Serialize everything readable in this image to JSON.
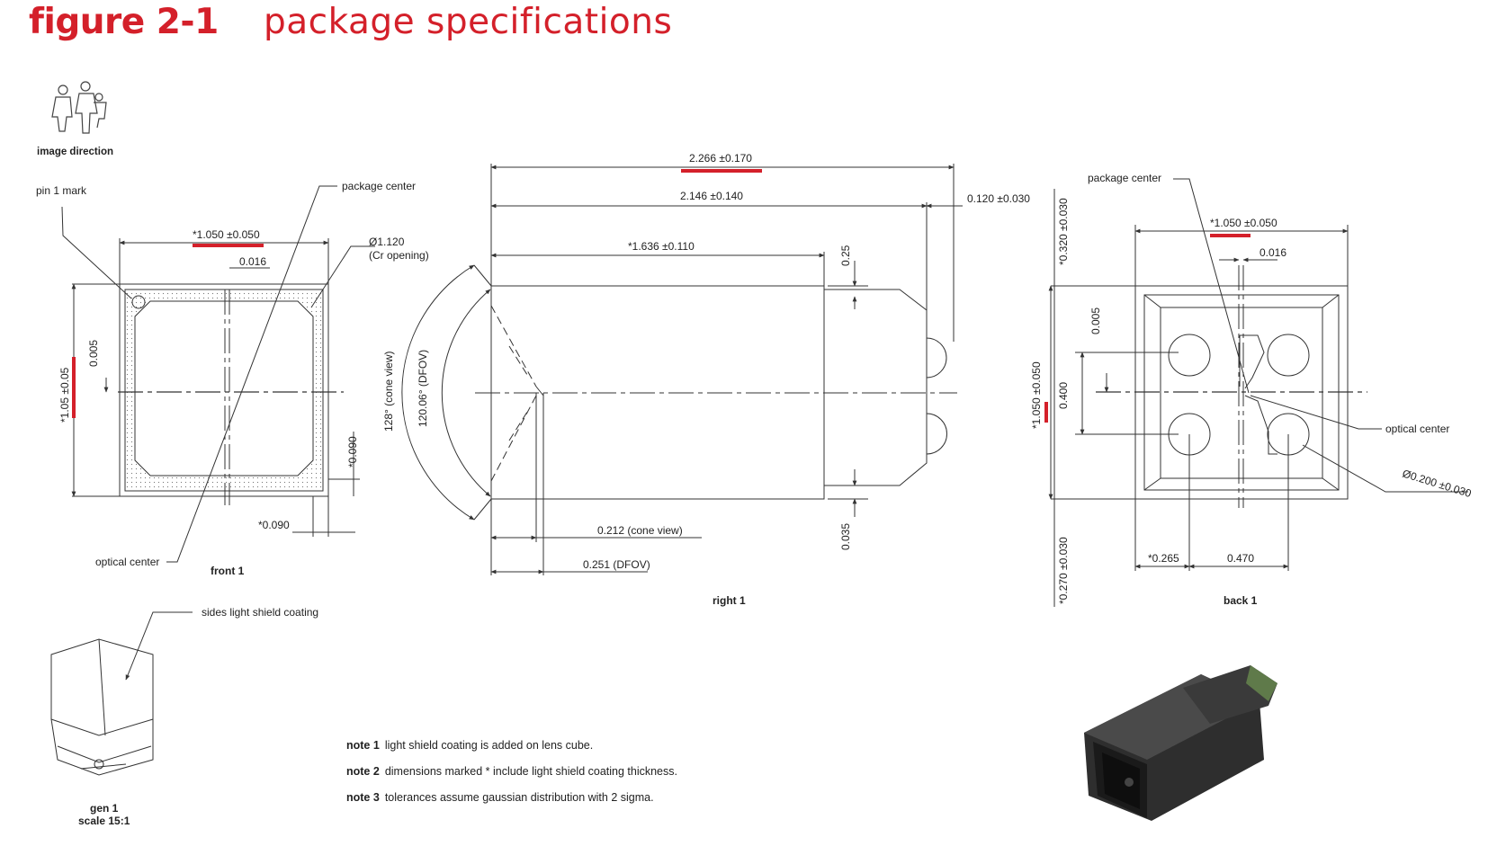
{
  "header": {
    "figure": "figure 2-1",
    "title": "package specifications"
  },
  "front_view": {
    "image_direction": "image direction",
    "pin1": "pin 1 mark",
    "package_center": "package center",
    "optical_center": "optical center",
    "width_dim": "*1.050 ±0.050",
    "offset_top": "0.016",
    "opening_line1": "Ø1.120",
    "opening_line2": "(Cr opening)",
    "height_dim": "*1.05 ±0.05",
    "offset_left": "0.005",
    "edge_right": "*0.090",
    "edge_bottom": "*0.090",
    "caption": "front 1"
  },
  "right_view": {
    "total_len": "2.266 ±0.170",
    "len_2146": "2.146 ±0.140",
    "len_0120": "0.120 ±0.030",
    "len_1636": "*1.636 ±0.110",
    "dim_025": "0.25",
    "dim_035": "0.035",
    "angle_cone": "128° (cone view)",
    "angle_dfov": "120.06° (DFOV)",
    "dim_0212": "0.212 (cone view)",
    "dim_0251": "0.251 (DFOV)",
    "caption": "right 1"
  },
  "back_view": {
    "package_center": "package center",
    "optical_center": "optical center",
    "width_dim": "*1.050 ±0.050",
    "offset_top": "0.016",
    "dim_0320": "*0.320 ±0.030",
    "dim_0005": "0.005",
    "dim_0400": "0.400",
    "height_dim": "*1.050 ±0.050",
    "ball_dia": "Ø0.200 ±0.030",
    "dim_0265": "*0.265",
    "dim_0470": "0.470",
    "dim_0270": "*0.270 ±0.030",
    "caption": "back 1"
  },
  "gen_view": {
    "coating_label": "sides light shield coating",
    "caption_line1": "gen 1",
    "caption_line2": "scale 15:1"
  },
  "notes": [
    {
      "key": "note 1",
      "text": "light shield coating is added on lens cube."
    },
    {
      "key": "note 2",
      "text": "dimensions marked * include light shield coating thickness."
    },
    {
      "key": "note 3",
      "text": "tolerances assume gaussian distribution with 2 sigma."
    }
  ],
  "colors": {
    "accent": "#d4202a",
    "line": "#333333"
  },
  "icons": {
    "image_direction": "people-figures-icon",
    "photo": "camera-module-photo"
  }
}
